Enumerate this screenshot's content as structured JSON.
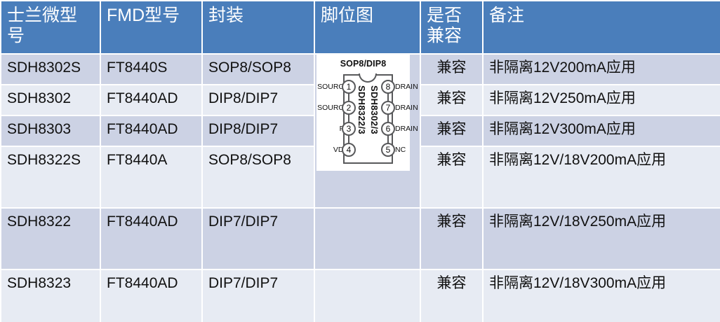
{
  "table": {
    "headers": [
      {
        "text": "士兰微型号",
        "latin": false
      },
      {
        "text": "FMD型号",
        "latin": true
      },
      {
        "text": "封装",
        "latin": false
      },
      {
        "text": "脚位图",
        "latin": false
      },
      {
        "text": "是否兼容",
        "latin": false
      },
      {
        "text": "备注",
        "latin": false
      }
    ],
    "header_bg": "#4a7ebb",
    "header_color": "#ffffff",
    "band_colors": [
      "#ccd2e4",
      "#e7ebf3"
    ],
    "rows": [
      {
        "sl_model": "SDH8302S",
        "fmd_model": "FT8440S",
        "package": "SOP8/SOP8",
        "compatible": "兼容",
        "remark": "非隔离12V200mA应用"
      },
      {
        "sl_model": "SDH8302",
        "fmd_model": "FT8440AD",
        "package": "DIP8/DIP7",
        "compatible": "兼容",
        "remark": "非隔离12V250mA应用"
      },
      {
        "sl_model": "SDH8303",
        "fmd_model": "FT8440AD",
        "package": "DIP8/DIP7",
        "compatible": "兼容",
        "remark": "非隔离12V300mA应用"
      },
      {
        "sl_model": "SDH8322S",
        "fmd_model": "FT8440A",
        "package": "SOP8/SOP8",
        "compatible": "兼容",
        "remark": "非隔离12V/18V200mA应用"
      },
      {
        "sl_model": "SDH8322",
        "fmd_model": "FT8440AD",
        "package": "DIP7/DIP7",
        "compatible": "兼容",
        "remark": "非隔离12V/18V250mA应用"
      },
      {
        "sl_model": "SDH8323",
        "fmd_model": "FT8440AD",
        "package": "DIP7/DIP7",
        "compatible": "兼容",
        "remark": "非隔离12V/18V300mA应用"
      }
    ]
  },
  "pin_diagram": {
    "title": "SOP8/DIP8",
    "part_left": "SDH8322/3",
    "part_right": "SDH8302/3",
    "pins_left": [
      {
        "num": "1",
        "label": "SOURCE"
      },
      {
        "num": "2",
        "label": "SOURCE"
      },
      {
        "num": "3",
        "label": "FB"
      },
      {
        "num": "4",
        "label": "VDD"
      }
    ],
    "pins_right": [
      {
        "num": "8",
        "label": "DRAIN"
      },
      {
        "num": "7",
        "label": "DRAIN"
      },
      {
        "num": "6",
        "label": "DRAIN"
      },
      {
        "num": "5",
        "label": "NC"
      }
    ]
  }
}
